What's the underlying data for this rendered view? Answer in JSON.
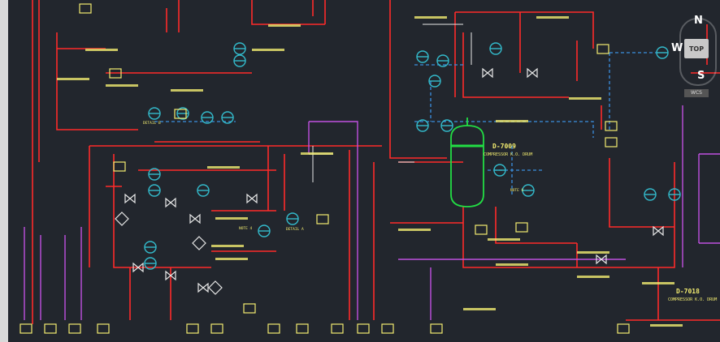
{
  "drawing": {
    "equipment": [
      {
        "tag": "D-7009",
        "service": "COMPRESSOR K.O. DRUM"
      },
      {
        "tag": "D-7018",
        "service": "COMPRESSOR K.O. DRUM"
      }
    ],
    "detail_labels": [
      "DETAIL B",
      "DETAIL A",
      "NOTE 4",
      "NOTE 6"
    ],
    "colors": {
      "background": "#22262d",
      "process_line": "#ff2a2a",
      "utility_line": "#c050e0",
      "instrument_line": "#3b8fe0",
      "equipment": "#22dd44",
      "instrument_bubble": "#33bbcc",
      "annotation": "#f2ec70",
      "white_line": "#e8e8e8"
    }
  },
  "navigation": {
    "north": "N",
    "west": "W",
    "south": "S",
    "top_button": "TOP",
    "wcs": "WCS"
  }
}
